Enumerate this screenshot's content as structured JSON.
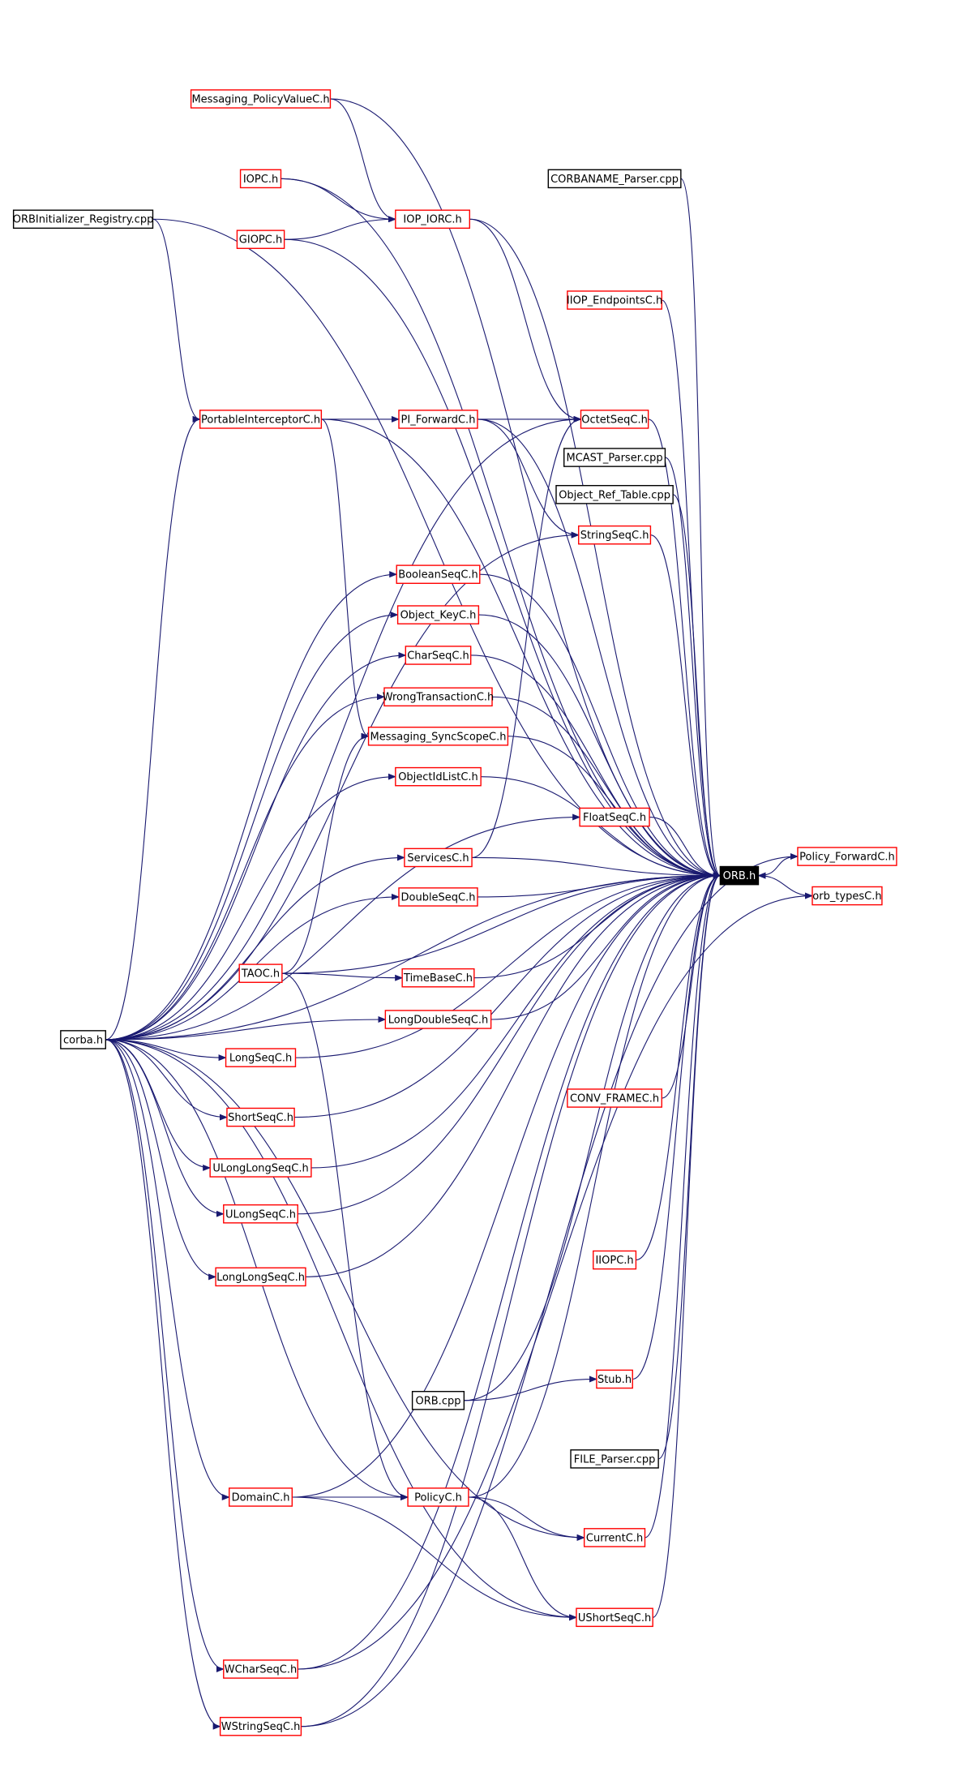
{
  "colors": {
    "edge": "#191970",
    "border_default": "#ff0000",
    "border_external": "#000000",
    "highlight_fill": "#000000",
    "highlight_text": "#ffffff"
  },
  "diagram": {
    "nodes": [
      {
        "id": "orb_h",
        "label": "ORB.h",
        "style": "highlight"
      },
      {
        "id": "policy_forwardc_h",
        "label": "Policy_ForwardC.h",
        "style": "default"
      },
      {
        "id": "orb_typesc_h",
        "label": "orb_typesC.h",
        "style": "default"
      },
      {
        "id": "orbinitializer_registry_cpp",
        "label": "ORBInitializer_Registry.cpp",
        "style": "external"
      },
      {
        "id": "messaging_policyvaluec_h",
        "label": "Messaging_PolicyValueC.h",
        "style": "default"
      },
      {
        "id": "iopc_h",
        "label": "IOPC.h",
        "style": "default"
      },
      {
        "id": "corbaname_parser_cpp",
        "label": "CORBANAME_Parser.cpp",
        "style": "external"
      },
      {
        "id": "iop_iorc_h",
        "label": "IOP_IORC.h",
        "style": "default"
      },
      {
        "id": "giopc_h",
        "label": "GIOPC.h",
        "style": "default"
      },
      {
        "id": "iiop_endpointsc_h",
        "label": "IIOP_EndpointsC.h",
        "style": "default"
      },
      {
        "id": "portableinterceptorc_h",
        "label": "PortableInterceptorC.h",
        "style": "default"
      },
      {
        "id": "pi_forwardc_h",
        "label": "PI_ForwardC.h",
        "style": "default"
      },
      {
        "id": "octetseqc_h",
        "label": "OctetSeqC.h",
        "style": "default"
      },
      {
        "id": "mcast_parser_cpp",
        "label": "MCAST_Parser.cpp",
        "style": "external"
      },
      {
        "id": "object_ref_table_cpp",
        "label": "Object_Ref_Table.cpp",
        "style": "external"
      },
      {
        "id": "stringseqc_h",
        "label": "StringSeqC.h",
        "style": "default"
      },
      {
        "id": "booleanseqc_h",
        "label": "BooleanSeqC.h",
        "style": "default"
      },
      {
        "id": "object_keyc_h",
        "label": "Object_KeyC.h",
        "style": "default"
      },
      {
        "id": "charseqc_h",
        "label": "CharSeqC.h",
        "style": "default"
      },
      {
        "id": "wrongtransactionc_h",
        "label": "WrongTransactionC.h",
        "style": "default"
      },
      {
        "id": "messaging_syncscopec_h",
        "label": "Messaging_SyncScopeC.h",
        "style": "default"
      },
      {
        "id": "objectidlistc_h",
        "label": "ObjectIdListC.h",
        "style": "default"
      },
      {
        "id": "floatseqc_h",
        "label": "FloatSeqC.h",
        "style": "default"
      },
      {
        "id": "servicesc_h",
        "label": "ServicesC.h",
        "style": "default"
      },
      {
        "id": "doubleseqc_h",
        "label": "DoubleSeqC.h",
        "style": "default"
      },
      {
        "id": "taoc_h",
        "label": "TAOC.h",
        "style": "default"
      },
      {
        "id": "timebasec_h",
        "label": "TimeBaseC.h",
        "style": "default"
      },
      {
        "id": "corba_h",
        "label": "corba.h",
        "style": "external"
      },
      {
        "id": "longdoubleseqc_h",
        "label": "LongDoubleSeqC.h",
        "style": "default"
      },
      {
        "id": "longseqc_h",
        "label": "LongSeqC.h",
        "style": "default"
      },
      {
        "id": "conv_framec_h",
        "label": "CONV_FRAMEC.h",
        "style": "default"
      },
      {
        "id": "shortseqc_h",
        "label": "ShortSeqC.h",
        "style": "default"
      },
      {
        "id": "ulonglongseqc_h",
        "label": "ULongLongSeqC.h",
        "style": "default"
      },
      {
        "id": "ulongseqc_h",
        "label": "ULongSeqC.h",
        "style": "default"
      },
      {
        "id": "iiopc_h",
        "label": "IIOPC.h",
        "style": "default"
      },
      {
        "id": "longlongseqc_h",
        "label": "LongLongSeqC.h",
        "style": "default"
      },
      {
        "id": "stub_h",
        "label": "Stub.h",
        "style": "default"
      },
      {
        "id": "orb_cpp",
        "label": "ORB.cpp",
        "style": "external"
      },
      {
        "id": "file_parser_cpp",
        "label": "FILE_Parser.cpp",
        "style": "external"
      },
      {
        "id": "domainc_h",
        "label": "DomainC.h",
        "style": "default"
      },
      {
        "id": "policyc_h",
        "label": "PolicyC.h",
        "style": "default"
      },
      {
        "id": "currentc_h",
        "label": "CurrentC.h",
        "style": "default"
      },
      {
        "id": "ushortseqc_h",
        "label": "UShortSeqC.h",
        "style": "default"
      },
      {
        "id": "wcharseqc_h",
        "label": "WCharSeqC.h",
        "style": "default"
      },
      {
        "id": "wstringseqc_h",
        "label": "WStringSeqC.h",
        "style": "default"
      }
    ],
    "edges": [
      [
        "policy_forwardc_h",
        "orb_h"
      ],
      [
        "orb_typesc_h",
        "orb_h"
      ],
      [
        "orbinitializer_registry_cpp",
        "orb_h"
      ],
      [
        "orbinitializer_registry_cpp",
        "portableinterceptorc_h"
      ],
      [
        "messaging_policyvaluec_h",
        "orb_h"
      ],
      [
        "messaging_policyvaluec_h",
        "iop_iorc_h"
      ],
      [
        "iopc_h",
        "orb_h"
      ],
      [
        "iopc_h",
        "iop_iorc_h"
      ],
      [
        "corbaname_parser_cpp",
        "orb_h"
      ],
      [
        "iop_iorc_h",
        "orb_h"
      ],
      [
        "iop_iorc_h",
        "octetseqc_h"
      ],
      [
        "giopc_h",
        "orb_h"
      ],
      [
        "giopc_h",
        "iop_iorc_h"
      ],
      [
        "iiop_endpointsc_h",
        "orb_h"
      ],
      [
        "portableinterceptorc_h",
        "orb_h"
      ],
      [
        "portableinterceptorc_h",
        "pi_forwardc_h"
      ],
      [
        "portableinterceptorc_h",
        "messaging_syncscopec_h"
      ],
      [
        "pi_forwardc_h",
        "orb_h"
      ],
      [
        "pi_forwardc_h",
        "octetseqc_h"
      ],
      [
        "pi_forwardc_h",
        "stringseqc_h"
      ],
      [
        "octetseqc_h",
        "orb_h"
      ],
      [
        "mcast_parser_cpp",
        "orb_h"
      ],
      [
        "object_ref_table_cpp",
        "orb_h"
      ],
      [
        "stringseqc_h",
        "orb_h"
      ],
      [
        "booleanseqc_h",
        "orb_h"
      ],
      [
        "object_keyc_h",
        "orb_h"
      ],
      [
        "charseqc_h",
        "orb_h"
      ],
      [
        "wrongtransactionc_h",
        "orb_h"
      ],
      [
        "messaging_syncscopec_h",
        "orb_h"
      ],
      [
        "objectidlistc_h",
        "orb_h"
      ],
      [
        "floatseqc_h",
        "orb_h"
      ],
      [
        "servicesc_h",
        "orb_h"
      ],
      [
        "servicesc_h",
        "octetseqc_h"
      ],
      [
        "doubleseqc_h",
        "orb_h"
      ],
      [
        "taoc_h",
        "orb_h"
      ],
      [
        "taoc_h",
        "timebasec_h"
      ],
      [
        "taoc_h",
        "messaging_syncscopec_h"
      ],
      [
        "taoc_h",
        "policyc_h"
      ],
      [
        "timebasec_h",
        "orb_h"
      ],
      [
        "corba_h",
        "orb_h"
      ],
      [
        "corba_h",
        "portableinterceptorc_h"
      ],
      [
        "corba_h",
        "octetseqc_h"
      ],
      [
        "corba_h",
        "stringseqc_h"
      ],
      [
        "corba_h",
        "booleanseqc_h"
      ],
      [
        "corba_h",
        "object_keyc_h"
      ],
      [
        "corba_h",
        "charseqc_h"
      ],
      [
        "corba_h",
        "wrongtransactionc_h"
      ],
      [
        "corba_h",
        "objectidlistc_h"
      ],
      [
        "corba_h",
        "floatseqc_h"
      ],
      [
        "corba_h",
        "servicesc_h"
      ],
      [
        "corba_h",
        "doubleseqc_h"
      ],
      [
        "corba_h",
        "longdoubleseqc_h"
      ],
      [
        "corba_h",
        "longseqc_h"
      ],
      [
        "corba_h",
        "shortseqc_h"
      ],
      [
        "corba_h",
        "ulonglongseqc_h"
      ],
      [
        "corba_h",
        "ulongseqc_h"
      ],
      [
        "corba_h",
        "longlongseqc_h"
      ],
      [
        "corba_h",
        "domainc_h"
      ],
      [
        "corba_h",
        "policyc_h"
      ],
      [
        "corba_h",
        "currentc_h"
      ],
      [
        "corba_h",
        "ushortseqc_h"
      ],
      [
        "corba_h",
        "wcharseqc_h"
      ],
      [
        "corba_h",
        "wstringseqc_h"
      ],
      [
        "longdoubleseqc_h",
        "orb_h"
      ],
      [
        "longseqc_h",
        "orb_h"
      ],
      [
        "conv_framec_h",
        "orb_h"
      ],
      [
        "shortseqc_h",
        "orb_h"
      ],
      [
        "ulonglongseqc_h",
        "orb_h"
      ],
      [
        "ulongseqc_h",
        "orb_h"
      ],
      [
        "iiopc_h",
        "orb_h"
      ],
      [
        "longlongseqc_h",
        "orb_h"
      ],
      [
        "stub_h",
        "orb_h"
      ],
      [
        "orb_cpp",
        "orb_h"
      ],
      [
        "orb_cpp",
        "stub_h"
      ],
      [
        "file_parser_cpp",
        "orb_h"
      ],
      [
        "domainc_h",
        "orb_h"
      ],
      [
        "domainc_h",
        "policyc_h"
      ],
      [
        "domainc_h",
        "ushortseqc_h"
      ],
      [
        "policyc_h",
        "orb_h"
      ],
      [
        "policyc_h",
        "currentc_h"
      ],
      [
        "policyc_h",
        "ushortseqc_h"
      ],
      [
        "currentc_h",
        "orb_h"
      ],
      [
        "ushortseqc_h",
        "orb_h"
      ],
      [
        "wcharseqc_h",
        "orb_h"
      ],
      [
        "wcharseqc_h",
        "orb_typesc_h"
      ],
      [
        "wstringseqc_h",
        "orb_h"
      ],
      [
        "wstringseqc_h",
        "policy_forwardc_h"
      ]
    ]
  }
}
